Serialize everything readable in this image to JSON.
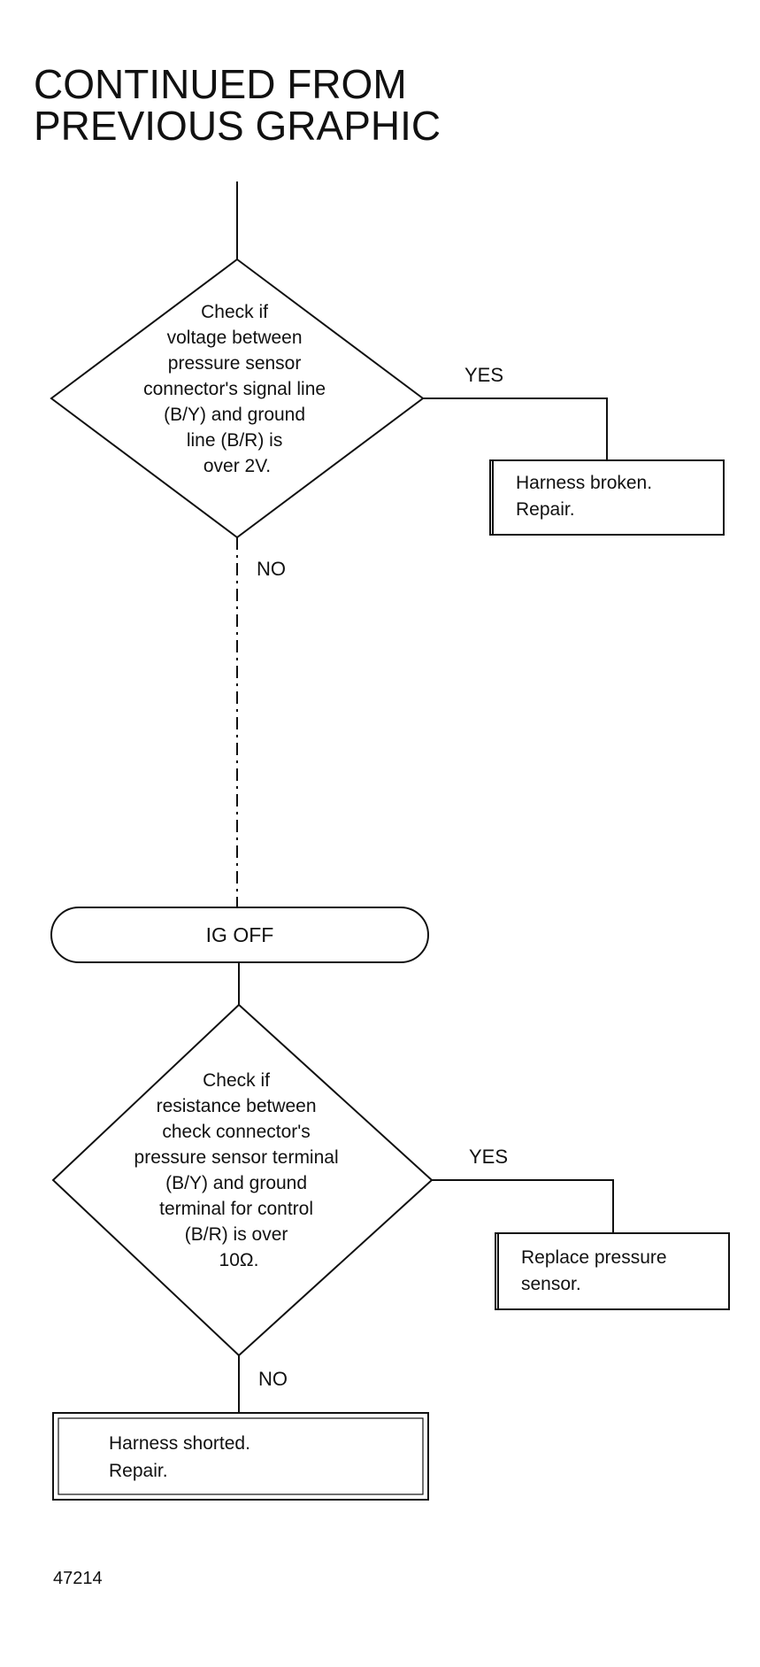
{
  "heading": {
    "line1": "CONTINUED FROM",
    "line2": "PREVIOUS GRAPHIC"
  },
  "decision1": {
    "lines": [
      "Check if",
      "voltage between",
      "pressure sensor",
      "connector's signal line",
      "(B/Y) and ground",
      "line (B/R) is",
      "over 2V."
    ],
    "yes_label": "YES",
    "no_label": "NO"
  },
  "result_broken": {
    "lines": [
      "Harness broken.",
      "Repair."
    ]
  },
  "process_ig_off": {
    "label": "IG OFF"
  },
  "decision2": {
    "lines": [
      "Check if",
      "resistance between",
      "check connector's",
      "pressure sensor terminal",
      "(B/Y) and ground",
      "terminal for control",
      "(B/R) is over",
      "10Ω."
    ],
    "yes_label": "YES",
    "no_label": "NO"
  },
  "result_replace": {
    "lines": [
      "Replace pressure",
      "sensor."
    ]
  },
  "result_shorted": {
    "lines": [
      "Harness shorted.",
      "Repair."
    ]
  },
  "figure_number": "47214"
}
